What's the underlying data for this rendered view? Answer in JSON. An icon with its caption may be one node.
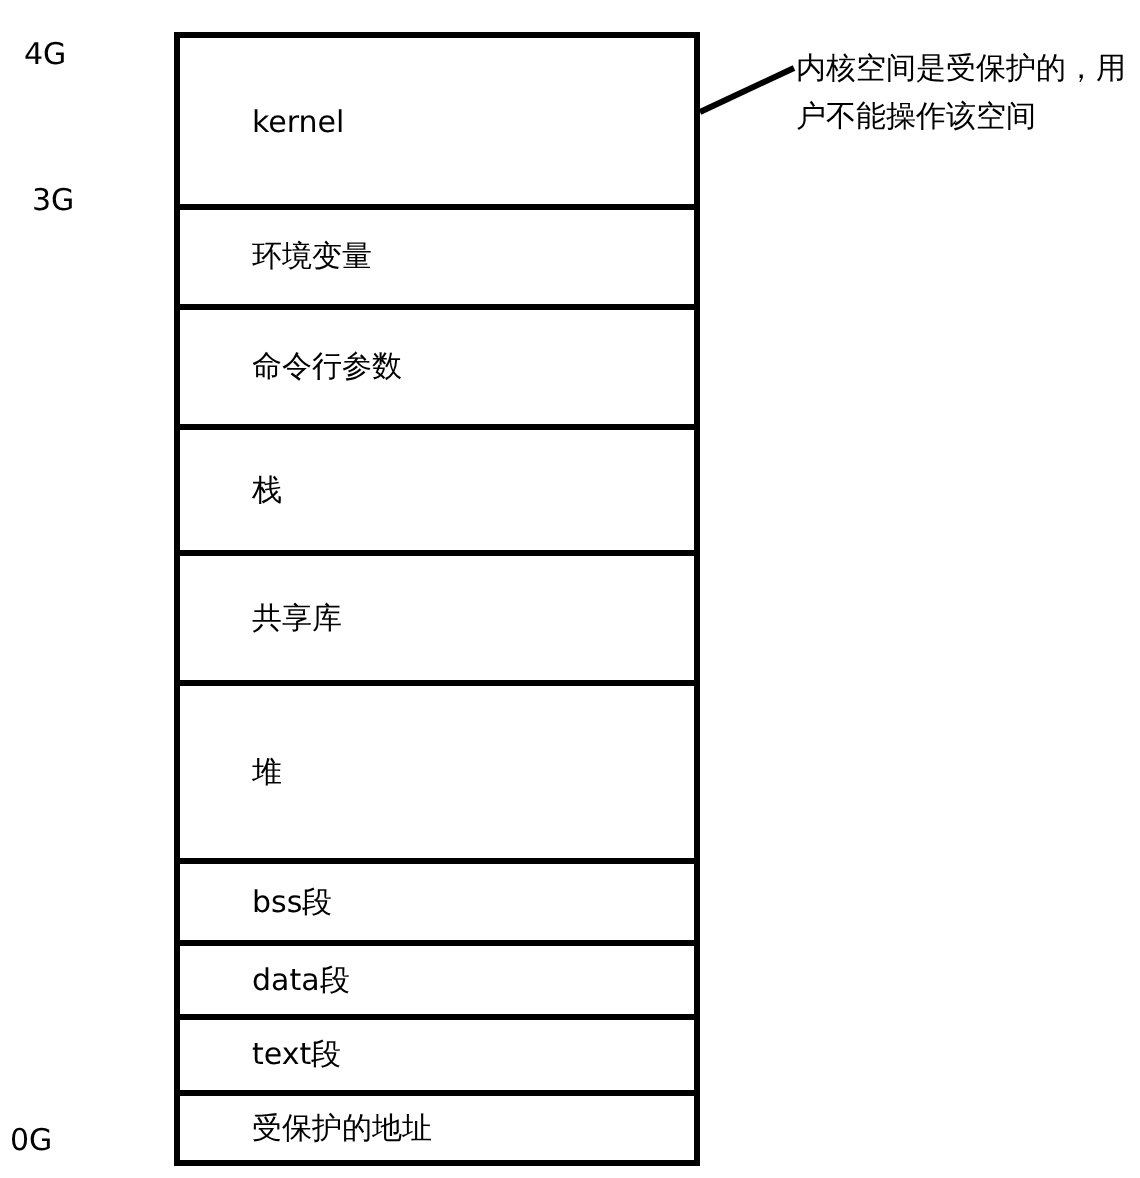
{
  "diagram": {
    "nodes": [
      {
        "text": [
          "kernel"
        ]
      },
      {
        "text": [
          "环境变量"
        ]
      },
      {
        "text": [
          "命令行参数"
        ]
      },
      {
        "text": [
          "栈"
        ]
      },
      {
        "text": [
          "共享库"
        ]
      },
      {
        "text": [
          "堆"
        ]
      },
      {
        "text": [
          "bss段"
        ]
      },
      {
        "text": [
          "data段"
        ]
      },
      {
        "text": [
          "text段"
        ]
      },
      {
        "text": [
          "受保护的地址"
        ]
      },
      {
        "text": [
          "内核空间是受保护的，用户不能操作该空间"
        ]
      }
    ],
    "edges": [
      {
        "from": 10,
        "to": 0,
        "arrow": "none"
      }
    ],
    "labels": [
      "4G",
      "3G",
      "0G"
    ]
  }
}
